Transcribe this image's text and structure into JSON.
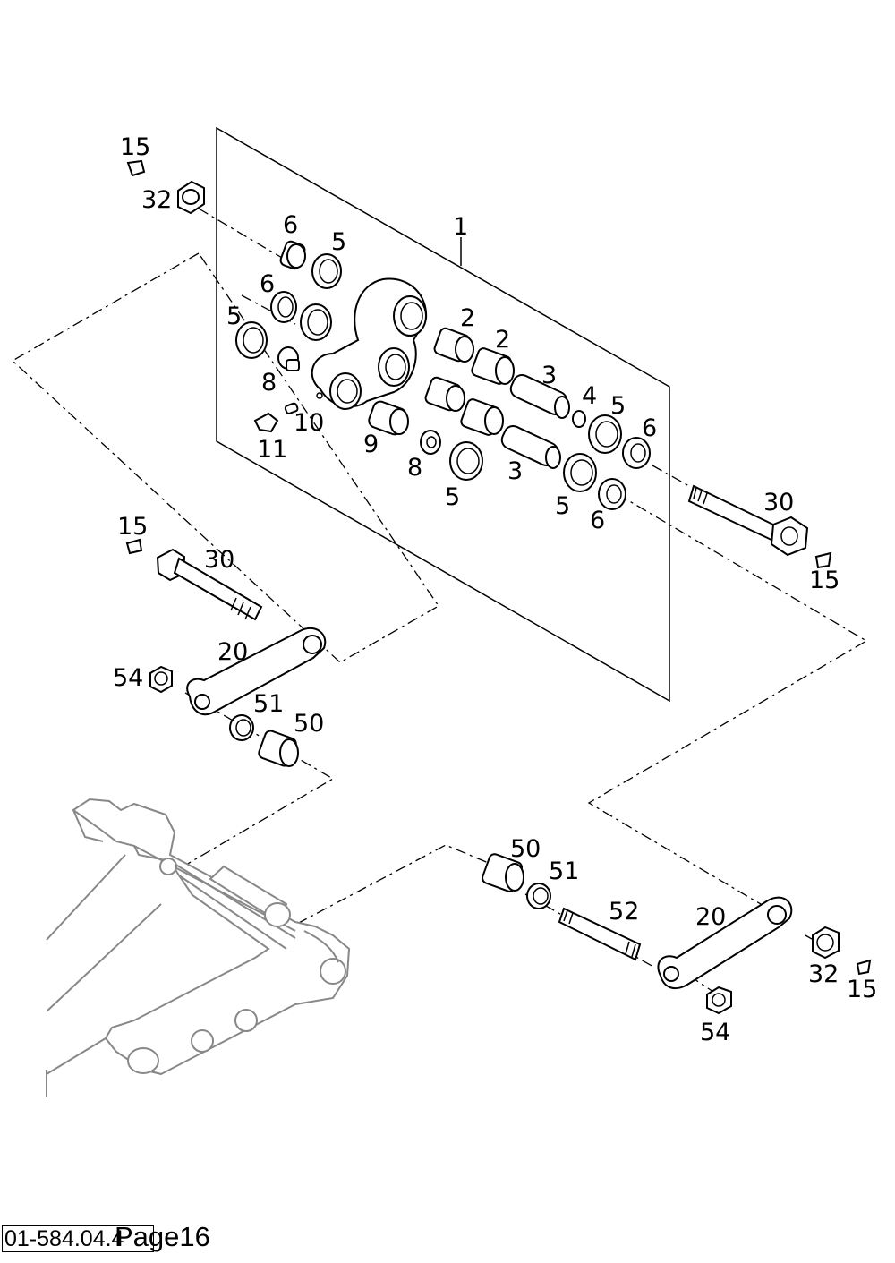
{
  "footer": {
    "doc_code": "01-584.04.4",
    "page_label": "Page16"
  },
  "callouts": [
    {
      "id": "c15a",
      "text": "15"
    },
    {
      "id": "c32a",
      "text": "32"
    },
    {
      "id": "c1",
      "text": "1"
    },
    {
      "id": "c6a",
      "text": "6"
    },
    {
      "id": "c5a",
      "text": "5"
    },
    {
      "id": "c6b",
      "text": "6"
    },
    {
      "id": "c5b",
      "text": "5"
    },
    {
      "id": "c8a",
      "text": "8"
    },
    {
      "id": "c10",
      "text": "10"
    },
    {
      "id": "c11",
      "text": "11"
    },
    {
      "id": "c9",
      "text": "9"
    },
    {
      "id": "c8b",
      "text": "8"
    },
    {
      "id": "c2a",
      "text": "2"
    },
    {
      "id": "c2b",
      "text": "2"
    },
    {
      "id": "c3a",
      "text": "3"
    },
    {
      "id": "c4",
      "text": "4"
    },
    {
      "id": "c5c",
      "text": "5"
    },
    {
      "id": "c6c",
      "text": "6"
    },
    {
      "id": "c3b",
      "text": "3"
    },
    {
      "id": "c5d",
      "text": "5"
    },
    {
      "id": "c5e",
      "text": "5"
    },
    {
      "id": "c6d",
      "text": "6"
    },
    {
      "id": "c30a",
      "text": "30"
    },
    {
      "id": "c15b",
      "text": "15"
    },
    {
      "id": "c15c",
      "text": "15"
    },
    {
      "id": "c30b",
      "text": "30"
    },
    {
      "id": "c20a",
      "text": "20"
    },
    {
      "id": "c54a",
      "text": "54"
    },
    {
      "id": "c51a",
      "text": "51"
    },
    {
      "id": "c50a",
      "text": "50"
    },
    {
      "id": "c50b",
      "text": "50"
    },
    {
      "id": "c51b",
      "text": "51"
    },
    {
      "id": "c52",
      "text": "52"
    },
    {
      "id": "c20b",
      "text": "20"
    },
    {
      "id": "c32b",
      "text": "32"
    },
    {
      "id": "c15d",
      "text": "15"
    },
    {
      "id": "c54b",
      "text": "54"
    }
  ]
}
